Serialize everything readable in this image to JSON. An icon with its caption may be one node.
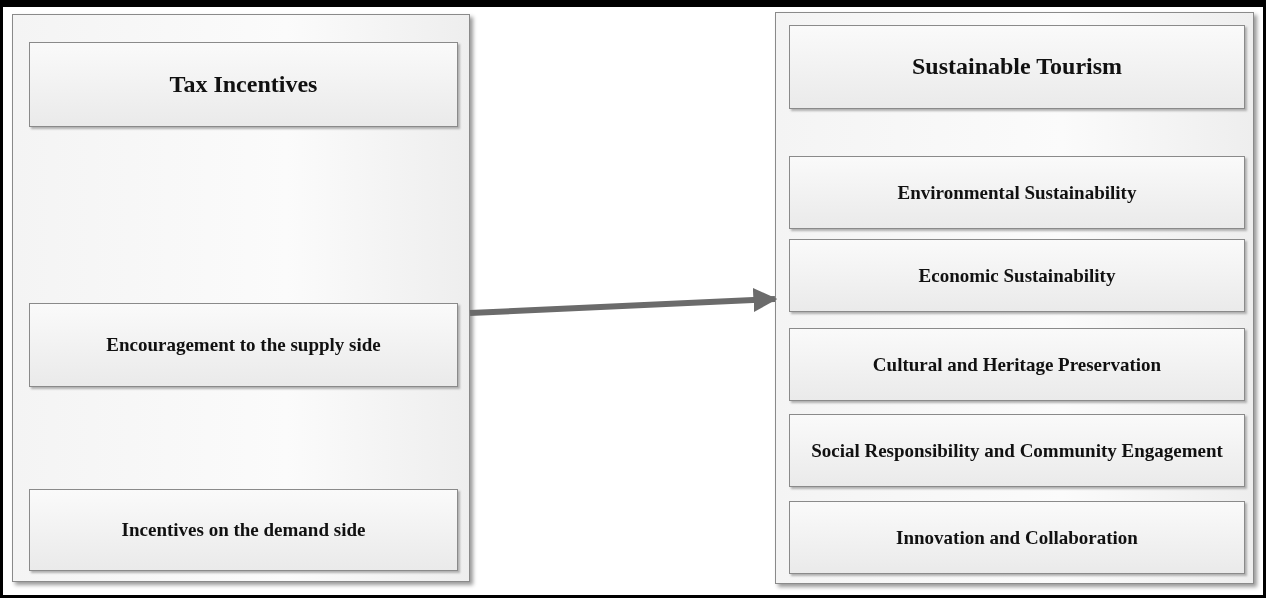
{
  "diagram": {
    "nodes": [
      {
        "text": [],
        "shape": "box"
      },
      {
        "text": [
          "Tax Incentives"
        ],
        "in": 0
      },
      {
        "text": [
          "Encouragement to the supply side"
        ],
        "in": 0
      },
      {
        "text": [
          "Incentives on the demand side"
        ],
        "in": 0
      },
      {
        "text": [],
        "shape": "box"
      },
      {
        "text": [
          "Sustainable Tourism"
        ],
        "in": 4
      },
      {
        "text": [
          "Environmental Sustainability"
        ],
        "in": 4
      },
      {
        "text": [
          "Economic Sustainability"
        ],
        "in": 4
      },
      {
        "text": [
          "Cultural and Heritage Preservation"
        ],
        "in": 4
      },
      {
        "text": [
          "Social Responsibility and Community Engagement"
        ],
        "in": 4
      },
      {
        "text": [
          "Innovation and Collaboration"
        ],
        "in": 4
      }
    ],
    "edges": [
      {
        "from": 0,
        "to": 4,
        "arrow": "to"
      }
    ]
  }
}
